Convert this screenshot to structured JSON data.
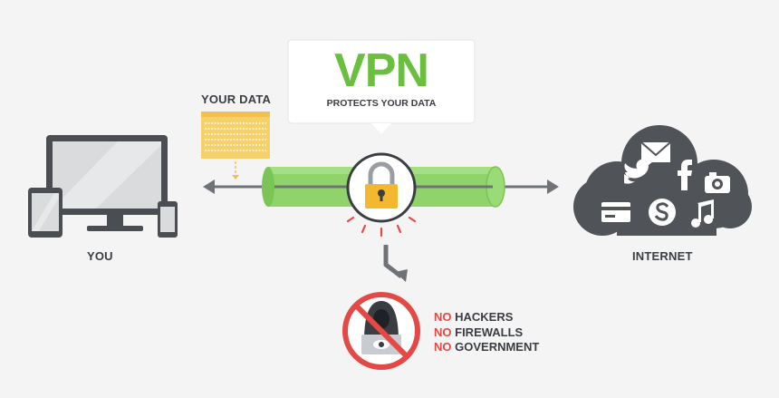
{
  "vpn": {
    "title": "VPN",
    "subtitle": "PROTECTS YOUR DATA"
  },
  "your_data_label": "YOUR DATA",
  "you_label": "YOU",
  "internet_label": "INTERNET",
  "blocked": [
    {
      "prefix": "NO",
      "text": "HACKERS"
    },
    {
      "prefix": "NO",
      "text": "FIREWALLS"
    },
    {
      "prefix": "NO",
      "text": "GOVERNMENT"
    }
  ],
  "colors": {
    "green": "#6bbf3f",
    "tunnel": "#8fd36a",
    "red": "#e34a46",
    "dark": "#3a3d42",
    "cloud": "#505459",
    "lock": "#f4b830",
    "data_folder": "#f6d06a"
  },
  "icons": [
    "laptop-icon",
    "tablet-icon",
    "phone-icon",
    "lock-icon",
    "hacker-icon",
    "cloud-icon",
    "mail-icon",
    "twitter-icon",
    "facebook-icon",
    "camera-icon",
    "credit-card-icon",
    "skype-icon",
    "music-icon"
  ]
}
